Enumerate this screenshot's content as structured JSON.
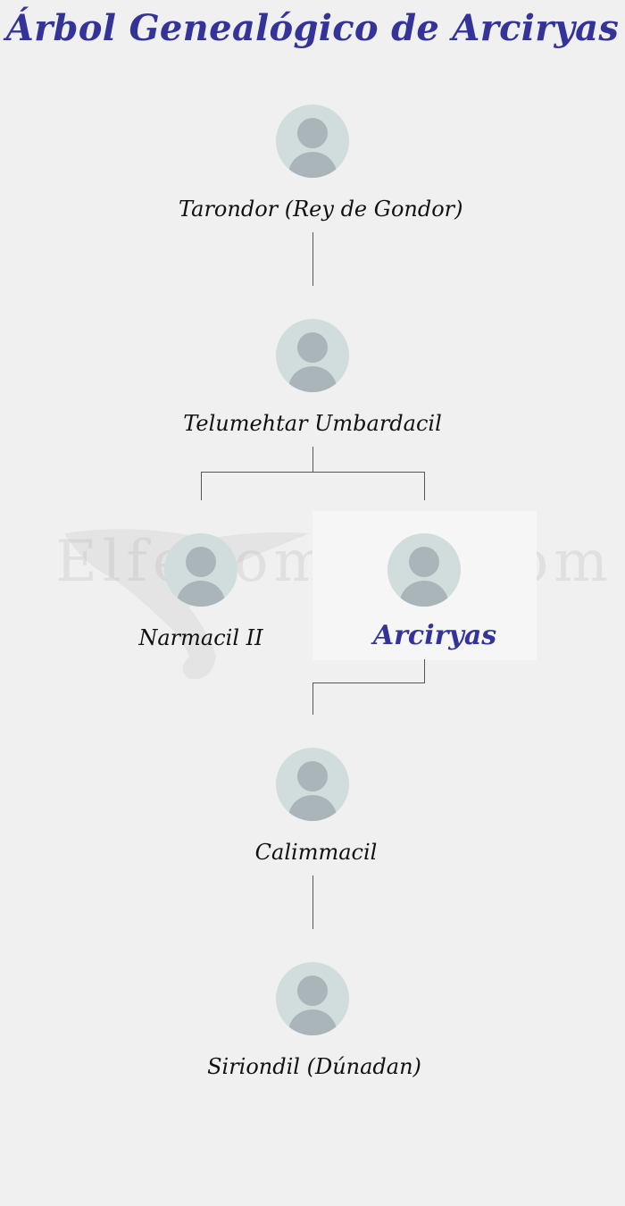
{
  "title": "Árbol Genealógico de Arciryas",
  "watermark": {
    "text": "Elfenomeno.com"
  },
  "nodes": [
    {
      "name": "Tarondor (Rey de Gondor)",
      "avatar_icon": "person-avatar-icon"
    },
    {
      "name": "Telumehtar Umbardacil",
      "avatar_icon": "person-avatar-icon"
    },
    {
      "name": "Narmacil II",
      "avatar_icon": "person-avatar-icon"
    },
    {
      "name": "Arciryas",
      "avatar_icon": "person-avatar-icon",
      "current": true
    },
    {
      "name": "Calimmacil",
      "avatar_icon": "person-avatar-icon"
    },
    {
      "name": "Siriondil (Dúnadan)",
      "avatar_icon": "person-avatar-icon"
    }
  ],
  "relations": [
    {
      "parent": "Tarondor (Rey de Gondor)",
      "child": "Telumehtar Umbardacil"
    },
    {
      "parent": "Telumehtar Umbardacil",
      "child": "Narmacil II"
    },
    {
      "parent": "Telumehtar Umbardacil",
      "child": "Arciryas"
    },
    {
      "parent": "Arciryas",
      "child": "Calimmacil"
    },
    {
      "parent": "Calimmacil",
      "child": "Siriondil (Dúnadan)"
    }
  ],
  "colors": {
    "accent": "#33339a",
    "background": "#f0f0f0",
    "highlight": "#f6f6f6",
    "avatar_bg": "#d1dcdd",
    "avatar_fg": "#a9b5b8",
    "connector": "#555555"
  }
}
